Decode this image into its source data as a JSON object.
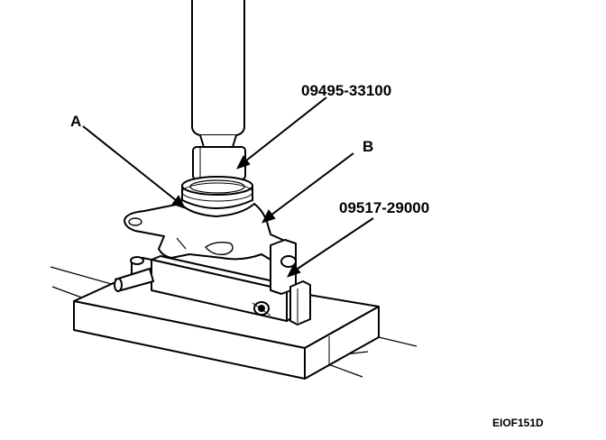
{
  "labels": {
    "part_a": "A",
    "part_b": "B",
    "tool_press": "09495-33100",
    "tool_fixture": "09517-29000"
  },
  "figure_code": "EIOF151D"
}
